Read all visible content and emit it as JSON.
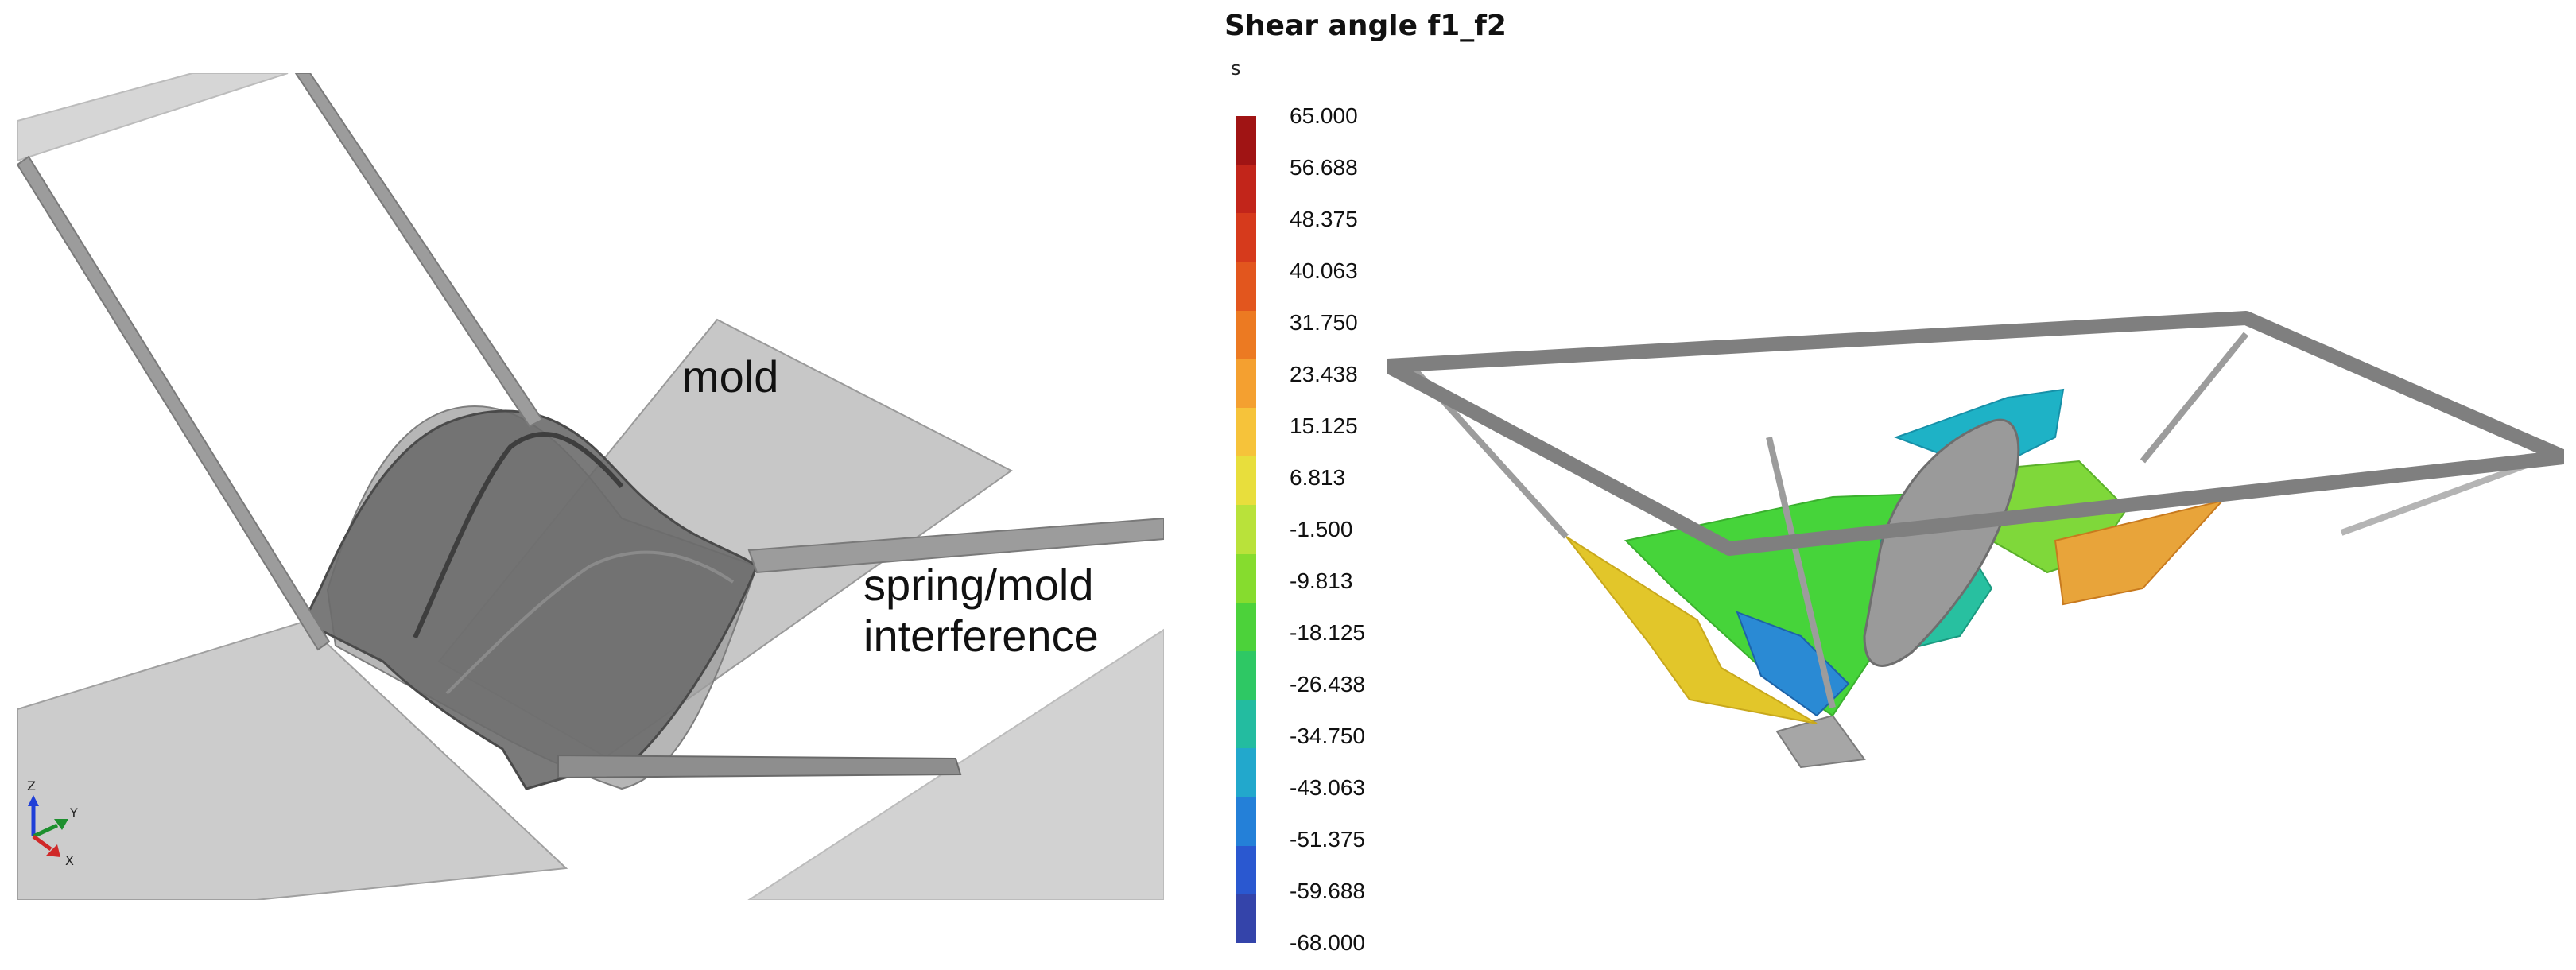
{
  "left_panel": {
    "mold_label": "mold",
    "interference_label_line1": "spring/mold",
    "interference_label_line2": "interference",
    "axis_triad": {
      "z": "Z",
      "y": "Y",
      "x": "X"
    }
  },
  "colorbar": {
    "title": "Shear angle f1_f2",
    "unit": "s",
    "tick_labels": [
      "65.000",
      "56.688",
      "48.375",
      "40.063",
      "31.750",
      "23.438",
      "15.125",
      "6.813",
      "-1.500",
      "-9.813",
      "-18.125",
      "-26.438",
      "-34.750",
      "-43.063",
      "-51.375",
      "-59.688",
      "-68.000"
    ],
    "colors": [
      "#a01414",
      "#c2251a",
      "#d63a1c",
      "#e2561e",
      "#ec7a22",
      "#f4a030",
      "#f6c33a",
      "#e8de3c",
      "#b9e23a",
      "#86dc2e",
      "#4cd23a",
      "#2ec864",
      "#23bca0",
      "#22a8cc",
      "#2480d8",
      "#2a58d0",
      "#3444aa"
    ]
  }
}
